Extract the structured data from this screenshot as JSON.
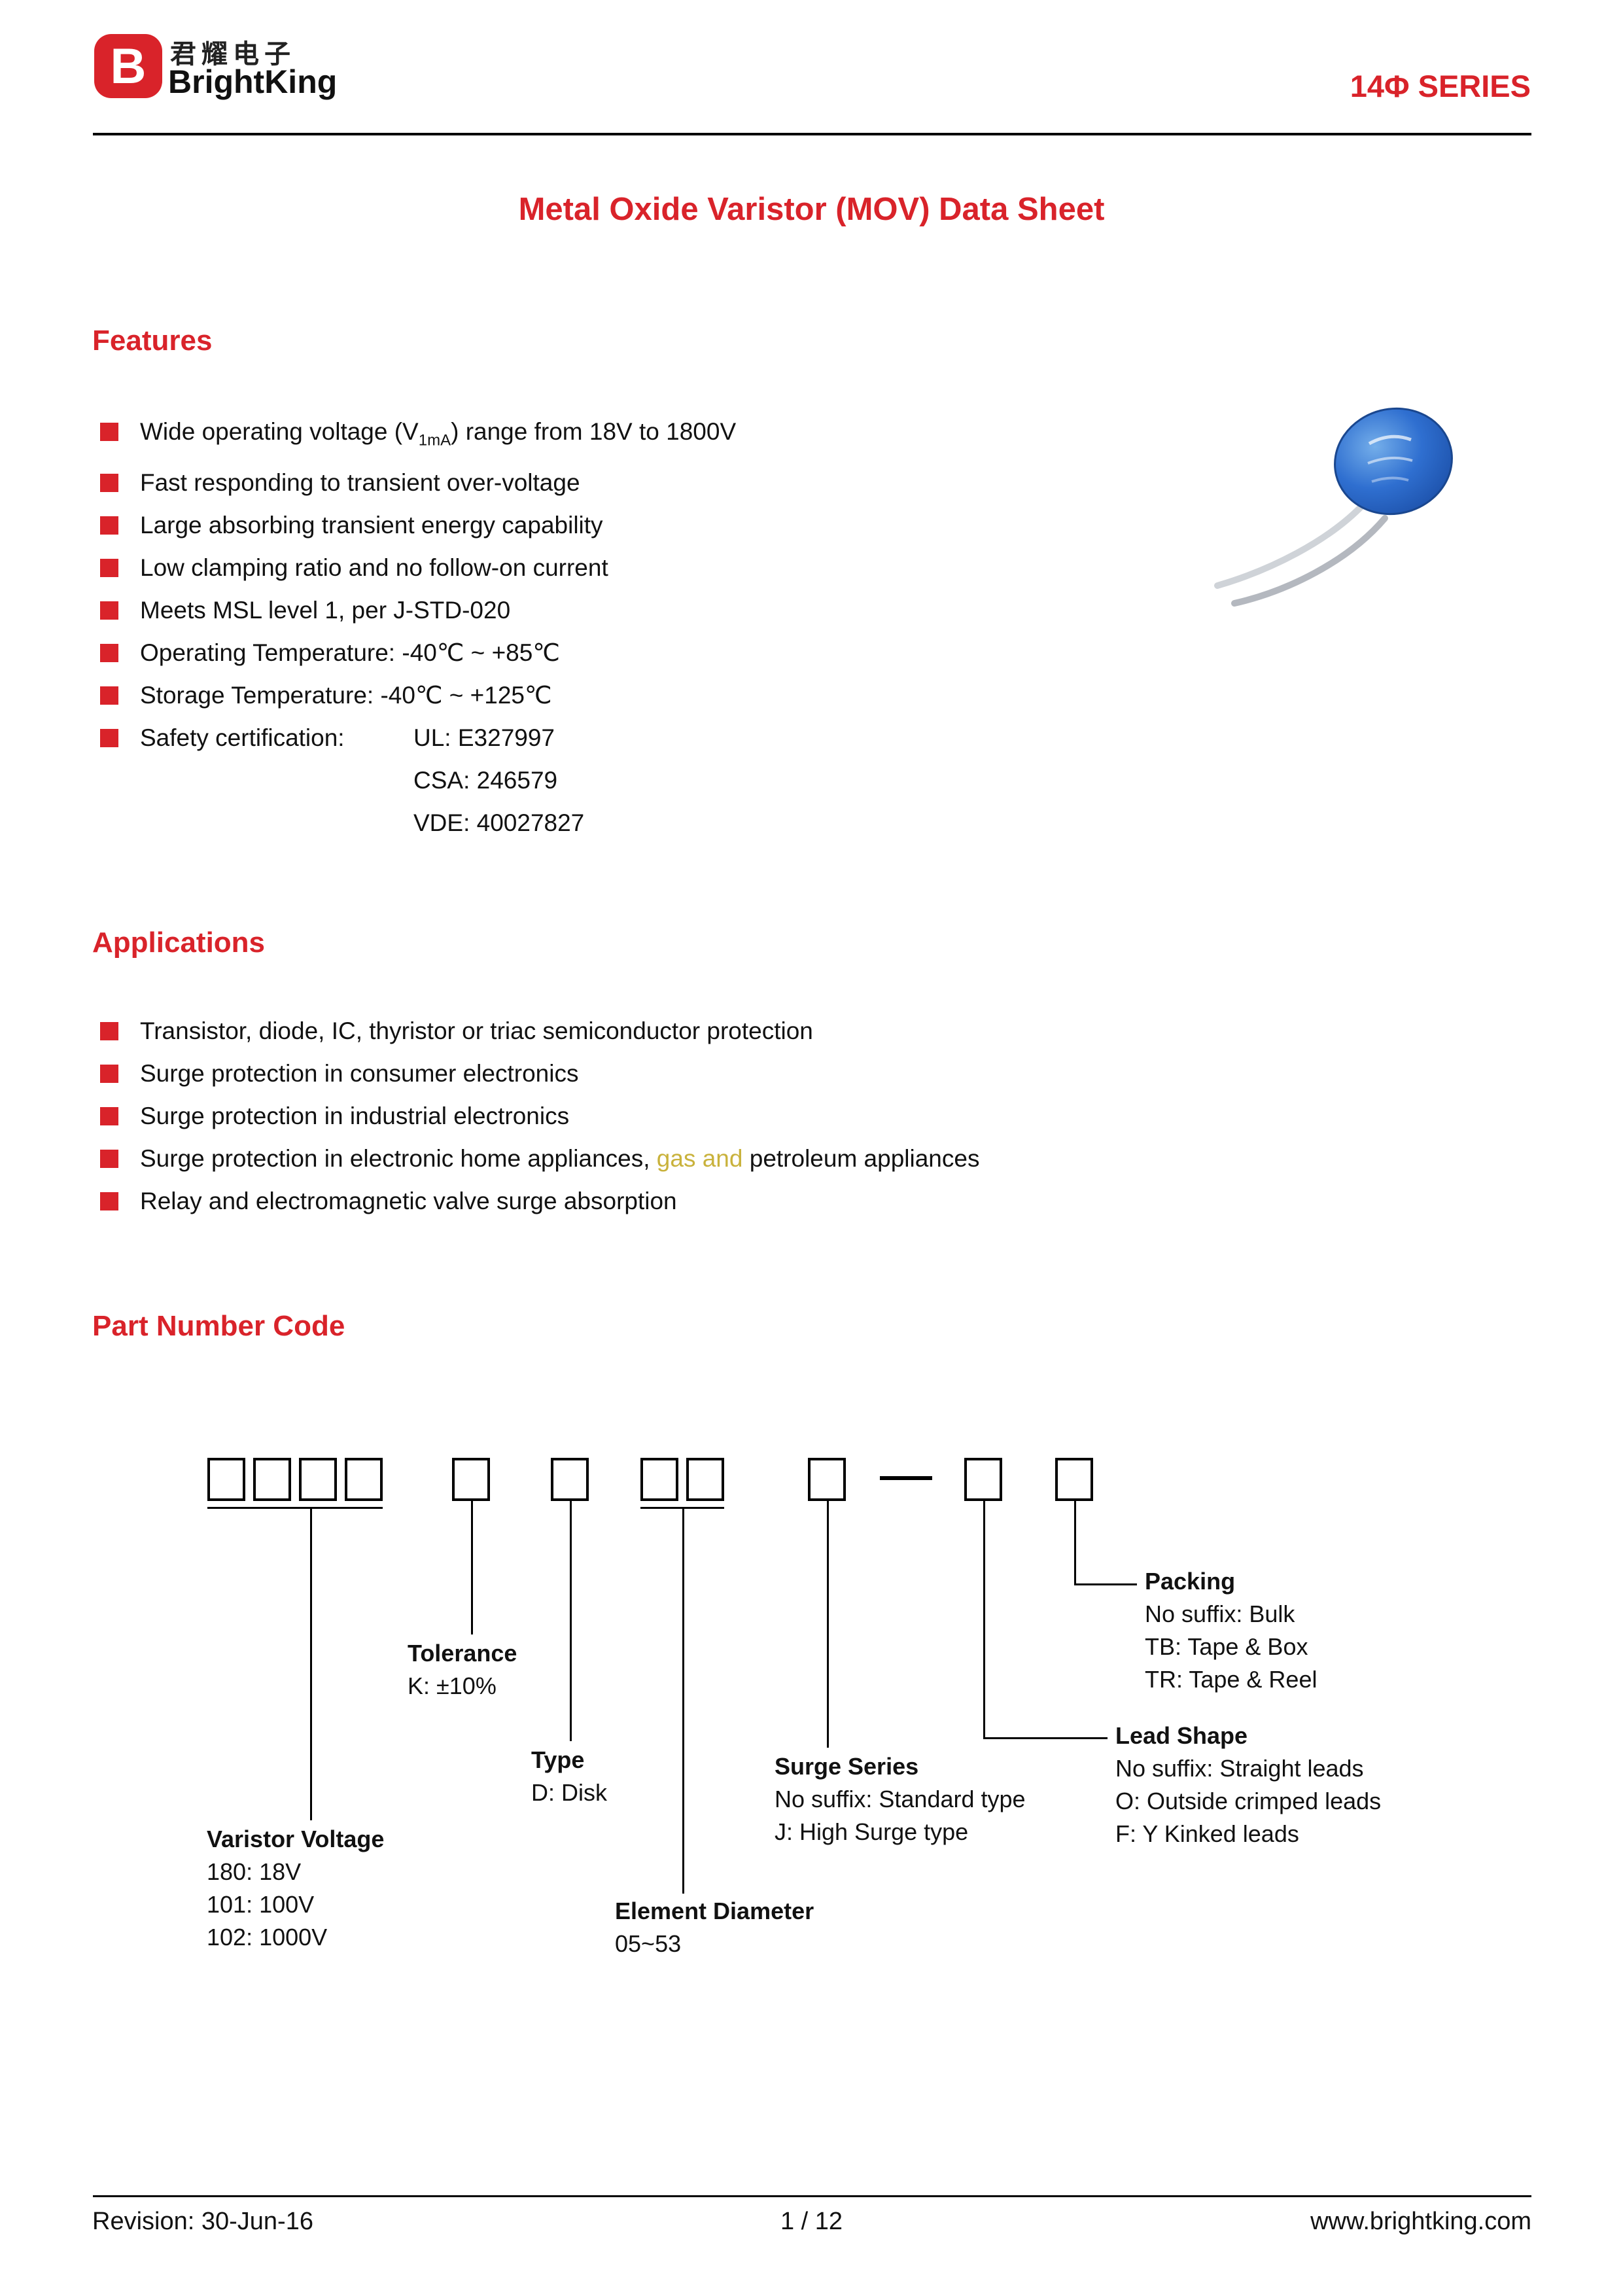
{
  "colors": {
    "accent": "#d9232a",
    "text": "#111111",
    "lead_silver": "#bfc3c9",
    "disc_blue": "#2f6fd0"
  },
  "header": {
    "logo_mark": "B",
    "logo_chinese": "君耀电子",
    "logo_brand": "BrightKing",
    "series": "14Φ SERIES"
  },
  "title": "Metal Oxide Varistor (MOV) Data Sheet",
  "features": {
    "heading": "Features",
    "item0": {
      "prefix": "Wide operating voltage (V",
      "sub": "1mA",
      "suffix": ") range from 18V to 1800V"
    },
    "items": [
      "Fast responding to transient over-voltage",
      "Large absorbing transient energy capability",
      "Low clamping ratio and no follow-on current",
      "Meets MSL level 1, per J-STD-020",
      "Operating Temperature: -40℃ ~ +85℃",
      "Storage Temperature: -40℃ ~ +125℃"
    ],
    "safety_label": "Safety certification:",
    "safety_certs": [
      "UL: E327997",
      "CSA: 246579",
      "VDE: 40027827"
    ]
  },
  "applications": {
    "heading": "Applications",
    "items": [
      "Transistor, diode, IC, thyristor or triac semiconductor protection",
      "Surge protection in consumer electronics",
      "Surge protection in industrial electronics",
      {
        "before": "Surge protection in electronic home appliances, ",
        "mark": "gas and",
        "after": " petroleum appliances"
      },
      "Relay and electromagnetic valve surge absorption"
    ]
  },
  "part_number": {
    "heading": "Part Number Code",
    "groups": {
      "packing": {
        "title": "Packing",
        "lines": [
          "No suffix: Bulk",
          "TB: Tape & Box",
          "TR: Tape & Reel"
        ]
      },
      "lead_shape": {
        "title": "Lead Shape",
        "lines": [
          "No suffix: Straight leads",
          "O: Outside crimped leads",
          "F: Y Kinked leads"
        ]
      },
      "surge_series": {
        "title": "Surge Series",
        "lines": [
          "No suffix: Standard type",
          "J: High Surge type"
        ]
      },
      "tolerance": {
        "title": "Tolerance",
        "lines": [
          "K: ±10%"
        ]
      },
      "type": {
        "title": "Type",
        "lines": [
          "D: Disk"
        ]
      },
      "element_diameter": {
        "title": "Element Diameter",
        "lines": [
          "05~53"
        ]
      },
      "varistor_voltage": {
        "title": "Varistor Voltage",
        "lines": [
          "180: 18V",
          "101: 100V",
          "102: 1000V"
        ]
      }
    }
  },
  "footer": {
    "revision": "Revision: 30-Jun-16",
    "page": "1 / 12",
    "website": "www.brightking.com"
  }
}
